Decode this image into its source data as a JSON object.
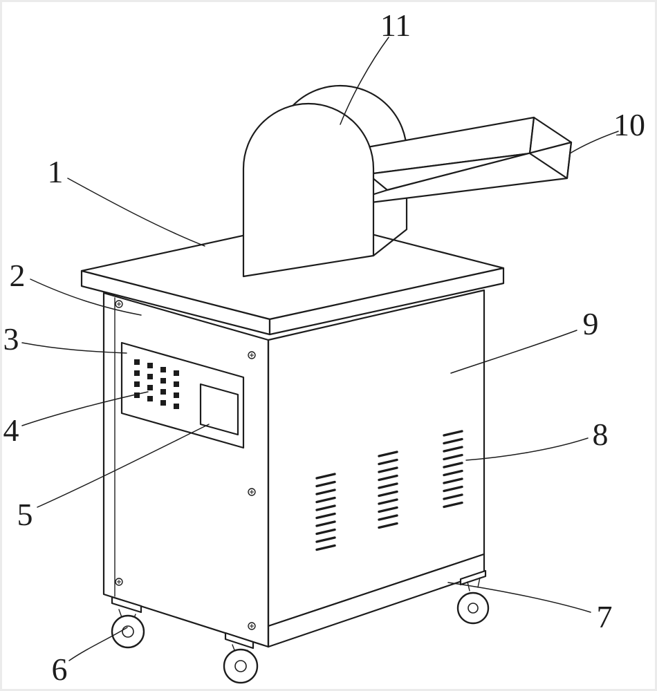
{
  "figure": {
    "labels": [
      {
        "id": "1",
        "text": "1"
      },
      {
        "id": "2",
        "text": "2"
      },
      {
        "id": "3",
        "text": "3"
      },
      {
        "id": "4",
        "text": "4"
      },
      {
        "id": "5",
        "text": "5"
      },
      {
        "id": "6",
        "text": "6"
      },
      {
        "id": "7",
        "text": "7"
      },
      {
        "id": "8",
        "text": "8"
      },
      {
        "id": "9",
        "text": "9"
      },
      {
        "id": "10",
        "text": "10"
      },
      {
        "id": "11",
        "text": "11"
      }
    ]
  },
  "colors": {
    "ink": "#1c1c1c",
    "paper": "#ffffff",
    "frame": "#ebebeb"
  }
}
